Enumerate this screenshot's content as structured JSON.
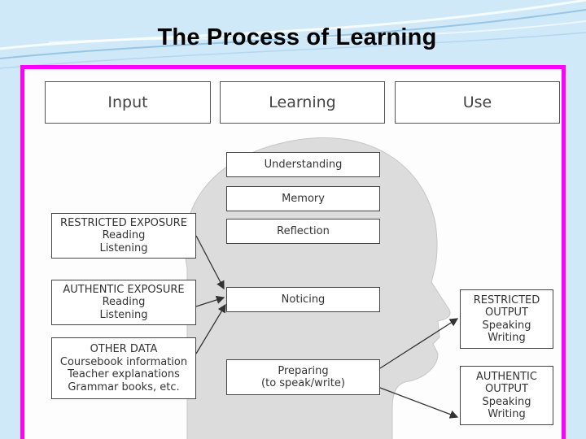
{
  "title": "The Process of Learning",
  "diagram": {
    "headers": {
      "input": "Input",
      "learning": "Learning",
      "use": "Use"
    },
    "stages": {
      "understanding": "Understanding",
      "memory": "Memory",
      "reflection": "Reflection",
      "noticing": "Noticing",
      "preparing_line1": "Preparing",
      "preparing_line2": "(to speak/write)"
    },
    "inputs": {
      "restricted": {
        "title": "RESTRICTED EXPOSURE",
        "line1": "Reading",
        "line2": "Listening"
      },
      "authentic": {
        "title": "AUTHENTIC EXPOSURE",
        "line1": "Reading",
        "line2": "Listening"
      },
      "other": {
        "title": "OTHER DATA",
        "line1": "Coursebook information",
        "line2": "Teacher explanations",
        "line3": "Grammar books, etc."
      }
    },
    "outputs": {
      "restricted": {
        "line1": "RESTRICTED",
        "line2": "OUTPUT",
        "line3": "Speaking",
        "line4": "Writing"
      },
      "authentic": {
        "line1": "AUTHENTIC",
        "line2": "OUTPUT",
        "line3": "Speaking",
        "line4": "Writing"
      }
    },
    "colors": {
      "frame": "#ff00ff",
      "background": "#cfe9f8",
      "head_silhouette": "#dcdcdc"
    }
  }
}
